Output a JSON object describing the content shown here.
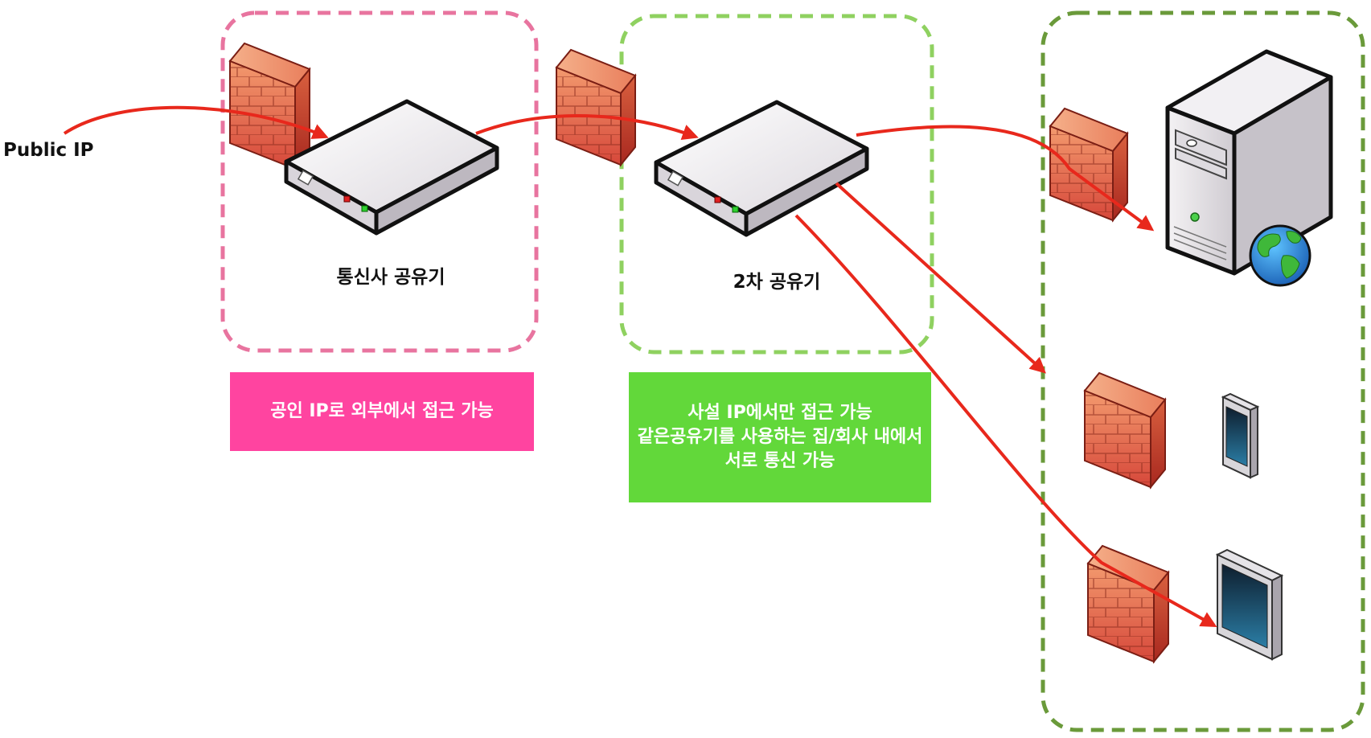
{
  "labels": {
    "public_ip": "Public IP",
    "isp_router": "통신사 공유기",
    "secondary_router": "2차 공유기"
  },
  "boxes": {
    "public_box_text": "공인 IP로 외부에서 접근 가능",
    "private_box_lines": [
      "사설 IP에서만 접근 가능",
      "같은공유기를 사용하는 집/회사 내에서",
      "서로 통신 가능"
    ]
  },
  "colors": {
    "zone_pink": "#e8749f",
    "zone_light_green": "#8fd160",
    "zone_dark_green": "#6a9a3a",
    "arrow_red": "#e8281c",
    "public_box_fill": "#ff44a0",
    "private_box_fill": "#62d83a"
  },
  "icons": {
    "firewall": "brick-firewall-icon",
    "router": "router-icon",
    "server": "tower-server-icon",
    "globe": "globe-icon",
    "phone": "smartphone-icon",
    "tablet": "tablet-icon"
  }
}
